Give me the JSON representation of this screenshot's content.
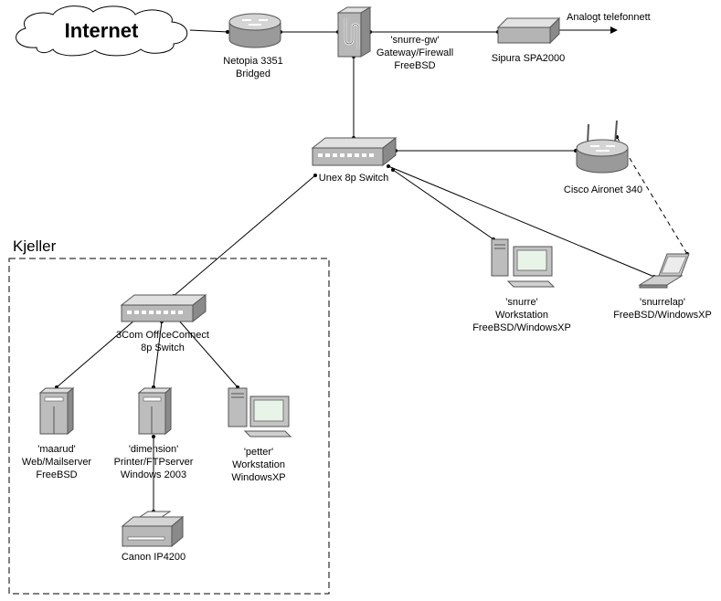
{
  "internet": {
    "label": "Internet"
  },
  "kjeller": {
    "label": "Kjeller"
  },
  "netopia": {
    "name": "Netopia 3351",
    "mode": "Bridged"
  },
  "gateway": {
    "hostname": "'snurre-gw'",
    "role": "Gateway/Firewall",
    "os": "FreeBSD"
  },
  "sipura": {
    "name": "Sipura SPA2000"
  },
  "phone_line": {
    "label": "Analogt telefonnett"
  },
  "unex": {
    "name": "Unex 8p Switch"
  },
  "aironet": {
    "name": "Cisco Aironet 340"
  },
  "snurre": {
    "hostname": "'snurre'",
    "role": "Workstation",
    "os": "FreeBSD/WindowsXP"
  },
  "snurrelap": {
    "hostname": "'snurrelap'",
    "os": "FreeBSD/WindowsXP"
  },
  "officeconnect": {
    "name": "3Com OfficeConnect",
    "ports": "8p Switch"
  },
  "maarud": {
    "hostname": "'maarud'",
    "role": "Web/Mailserver",
    "os": "FreeBSD"
  },
  "dimension": {
    "hostname": "'dimension'",
    "role": "Printer/FTPserver",
    "os": "Windows 2003"
  },
  "petter": {
    "hostname": "'petter'",
    "role": "Workstation",
    "os": "WindowsXP"
  },
  "printer": {
    "name": "Canon IP4200"
  },
  "colors": {
    "line": "#000000",
    "device_fill": "#c8c8c8",
    "device_dark": "#808080",
    "monitor_screen": "#e8f4e8"
  }
}
